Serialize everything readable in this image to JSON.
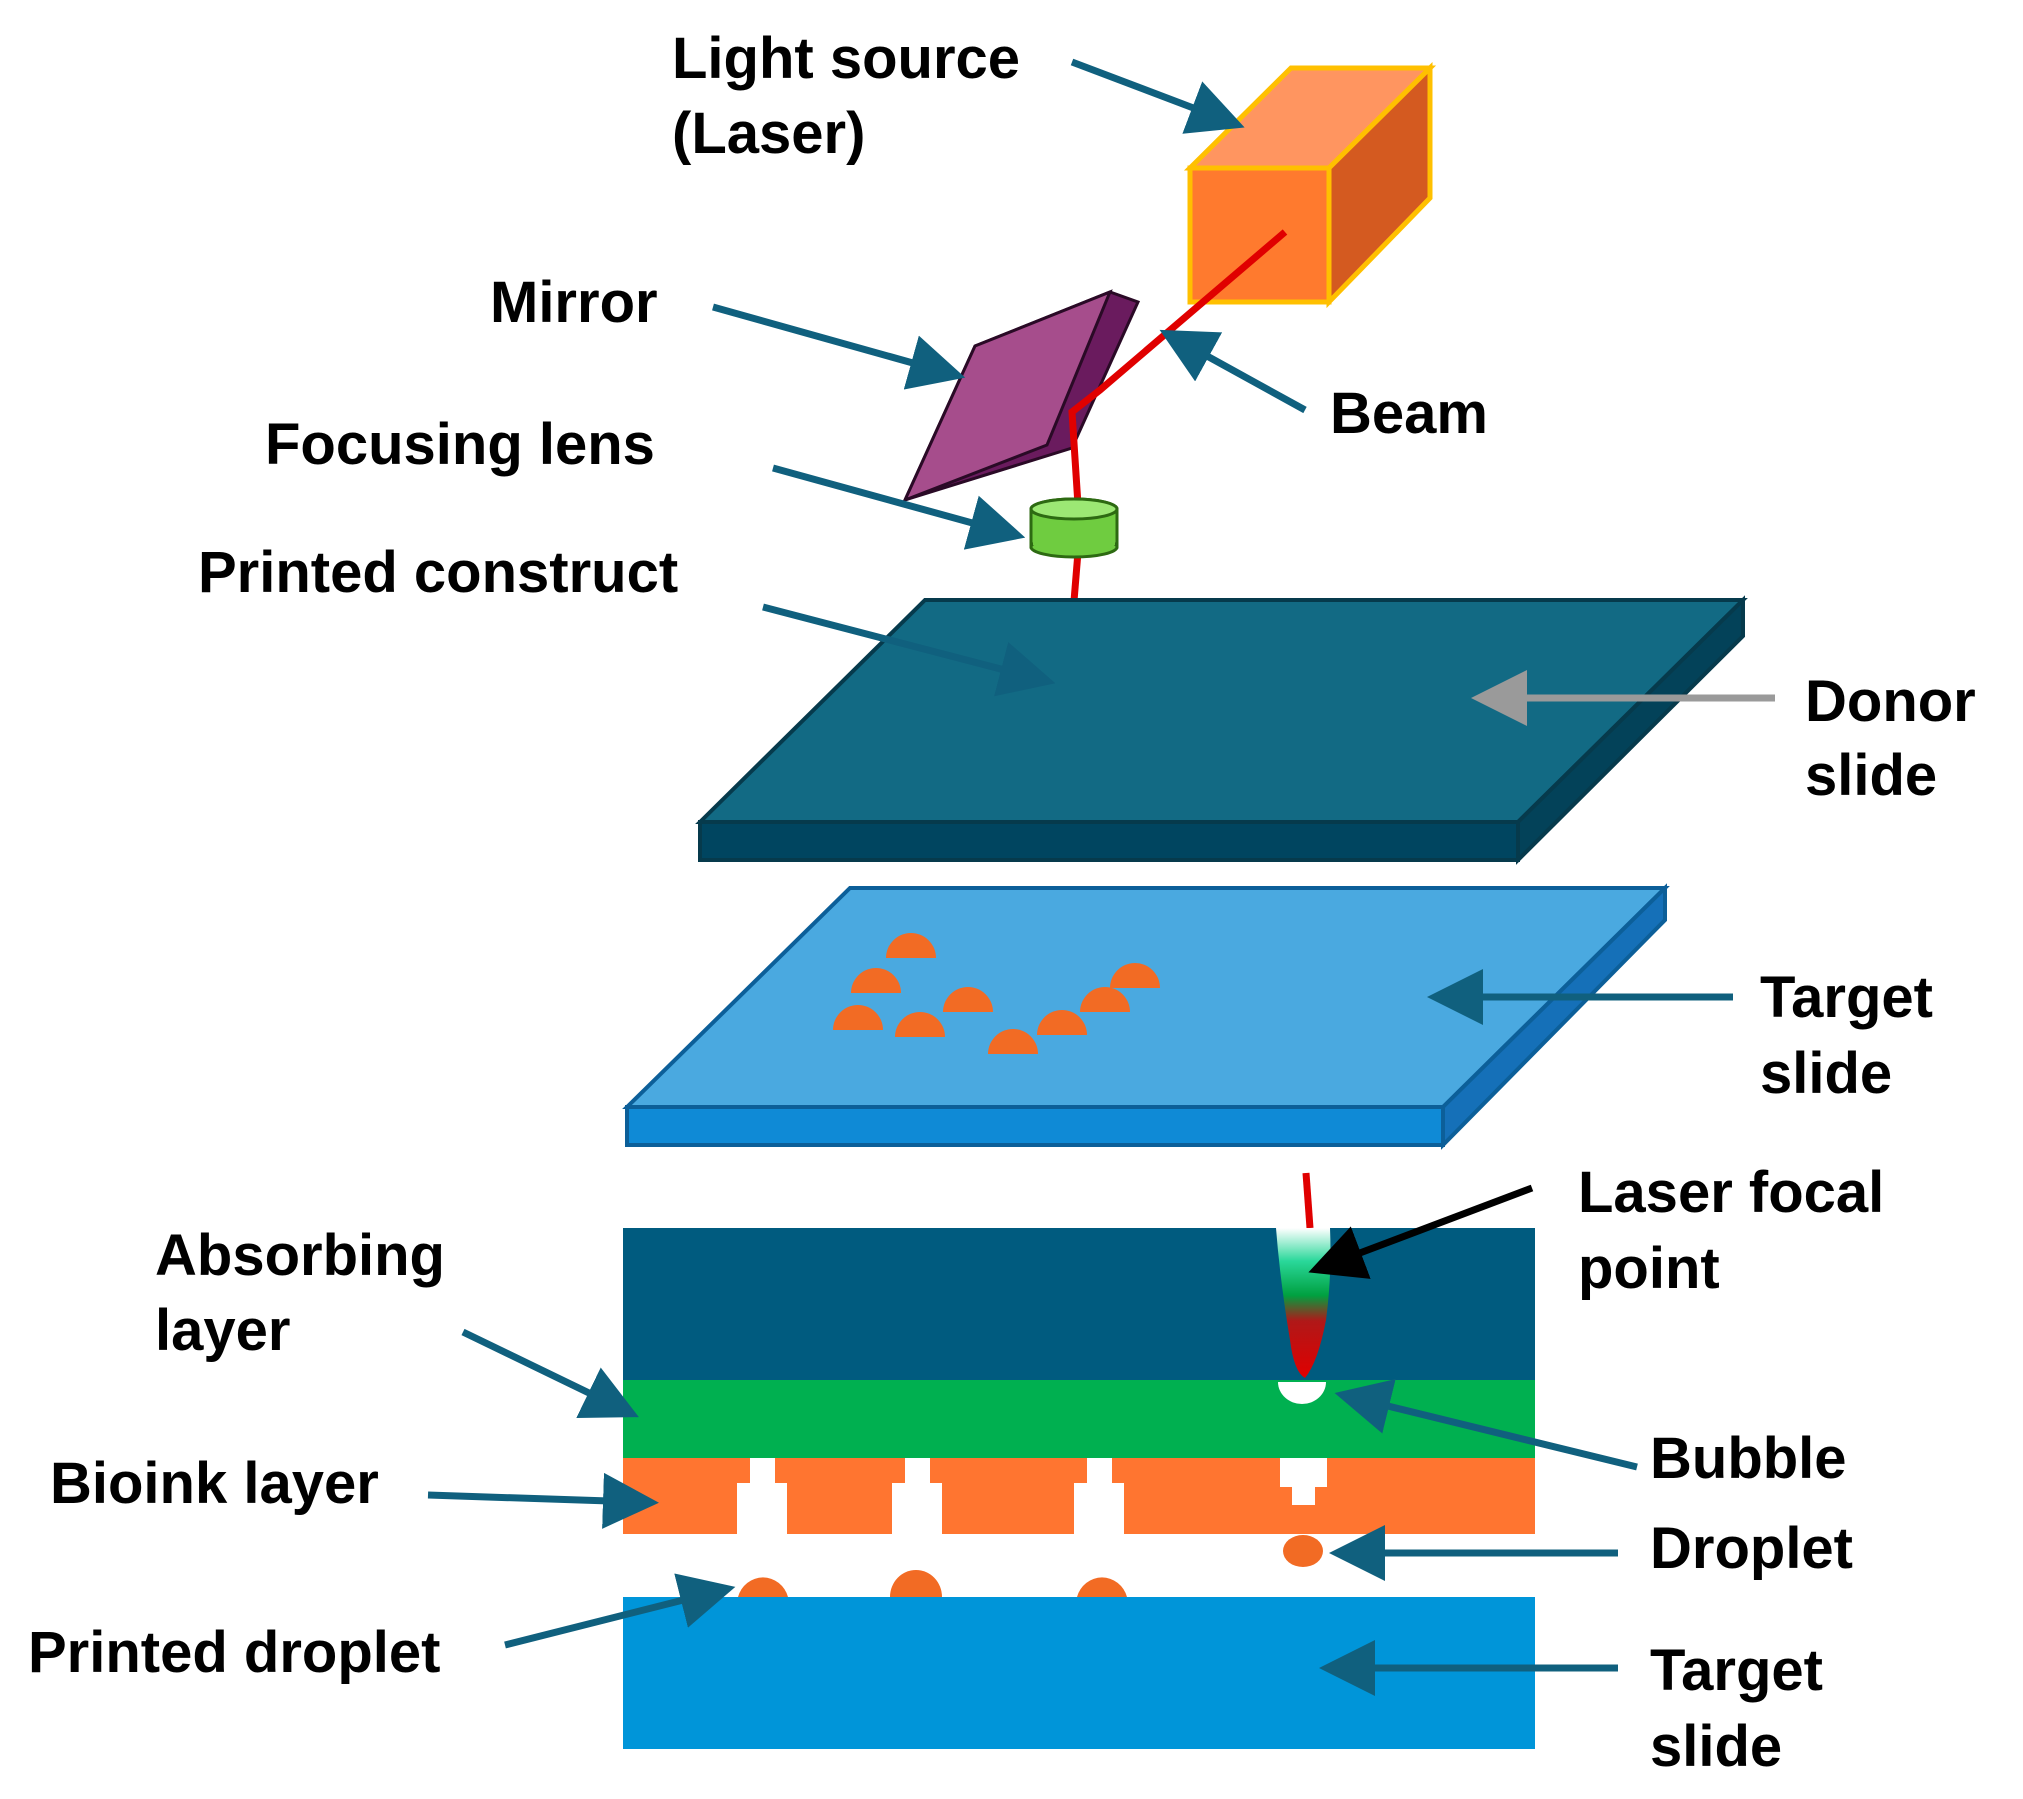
{
  "labels": {
    "light_source_1": "Light source",
    "light_source_2": "(Laser)",
    "mirror": "Mirror",
    "beam": "Beam",
    "focusing_lens": "Focusing lens",
    "printed_construct": "Printed construct",
    "donor_slide_1": "Donor",
    "donor_slide_2": "slide",
    "target_slide_top_1": "Target",
    "target_slide_top_2": "slide",
    "laser_focal_point_1": "Laser focal",
    "laser_focal_point_2": "point",
    "absorbing_layer_1": "Absorbing",
    "absorbing_layer_2": "layer",
    "bubble": "Bubble",
    "bioink_layer": "Bioink layer",
    "droplet": "Droplet",
    "printed_droplet": "Printed droplet",
    "target_slide_bottom_1": "Target",
    "target_slide_bottom_2": "slide"
  },
  "colors": {
    "laser_box": "#ff7a2e",
    "laser_box_border": "#ffc000",
    "beam": "#e00000",
    "mirror": "#a64d8c",
    "lens": "#7ad14a",
    "donor_slide": "#126a84",
    "target_slide": "#4aa9e0",
    "absorbing_layer": "#005b7f",
    "bioink": "#ff7530",
    "film": "#00b050",
    "target_bottom": "#0095d9",
    "arrow": "#10607e",
    "arrow_gray": "#9a9a9a",
    "arrow_black": "#000000"
  }
}
